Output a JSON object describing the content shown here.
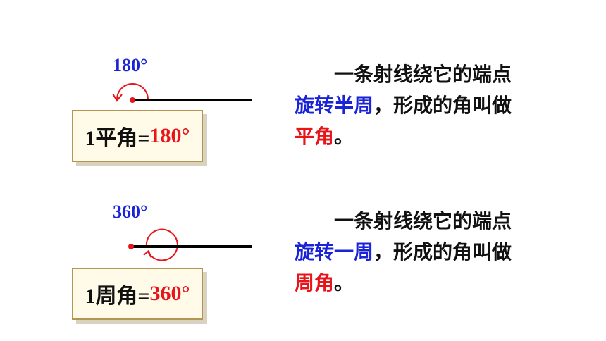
{
  "straight": {
    "angle_label": "180°",
    "box_prefix": "1平角=",
    "box_value": "180°",
    "line1": "一条射线绕它的端点",
    "line2_highlight": "旋转半周",
    "line2_rest": "，形成的角叫做",
    "line3_term": "平角",
    "line3_end": "。"
  },
  "full": {
    "angle_label": "360°",
    "box_prefix": "1周角=",
    "box_value": "360°",
    "line1": "一条射线绕它的端点",
    "line2_highlight": "旋转一周",
    "line2_rest": "，形成的角叫做",
    "line3_term": "周角",
    "line3_end": "。"
  },
  "colors": {
    "blue": "#1a24d6",
    "red": "#e8141a",
    "box_border": "#b39554",
    "box_fill": "#fffbe8"
  }
}
